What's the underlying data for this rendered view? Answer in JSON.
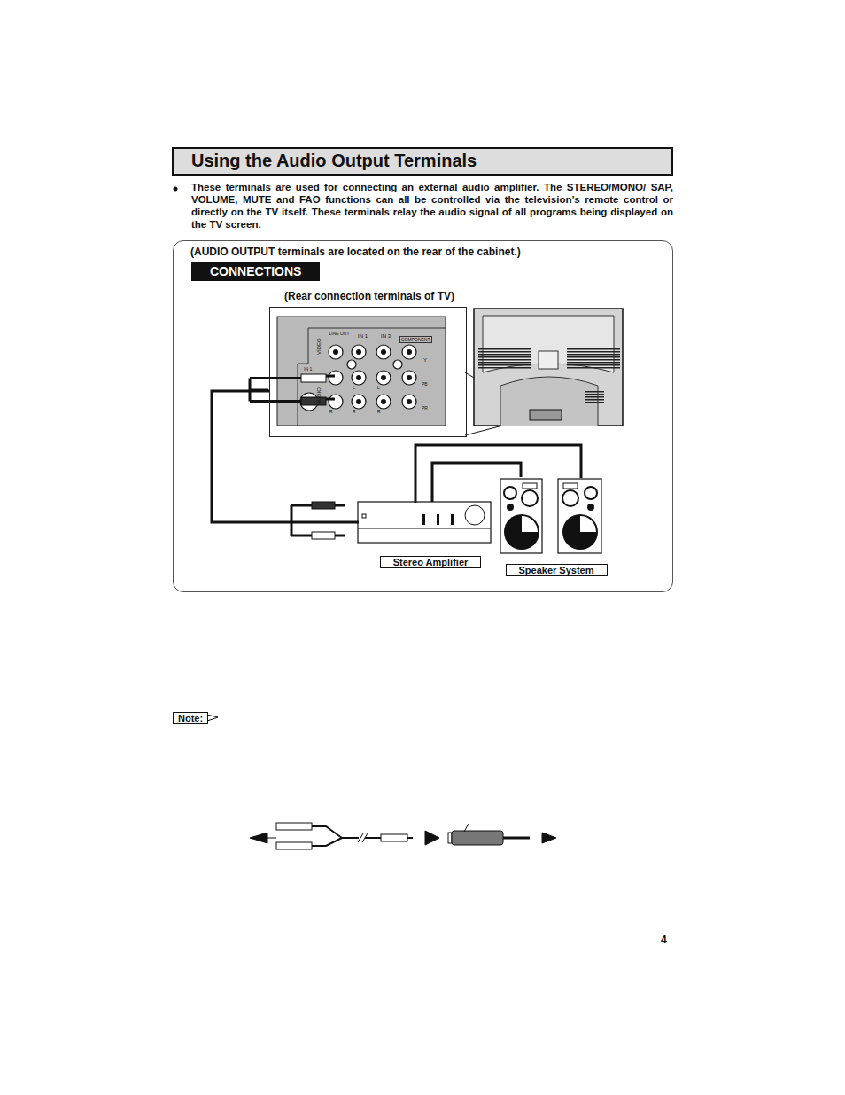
{
  "diagram": {
    "title": "Using the Audio Output Terminals",
    "nodes": [
      {
        "text": [
          "(AUDIO OUTPUT terminals are located on the rear of the cabinet.)",
          "CONNECTIONS"
        ]
      },
      {
        "text": [
          "(Rear connection terminals of TV)"
        ],
        "in": 0
      },
      {
        "text": [
          "Stereo Amplifier"
        ],
        "in": 0
      },
      {
        "text": [
          "Speaker System"
        ],
        "in": 0
      }
    ],
    "edges": [
      {
        "from": 1,
        "to": 2,
        "arrow": "none"
      },
      {
        "from": 2,
        "to": 3,
        "arrow": "none"
      }
    ],
    "labels": [
      "These terminals are used for connecting an external audio amplifier. The STEREO/MONO/ SAP, VOLUME, MUTE and FAO functions can all be controlled via the television’s remote control or directly on the TV itself. These terminals relay the audio signal of all programs being displayed on the TV screen.",
      "LINE OUT",
      "IN 1",
      "IN 3",
      "COMPONENT",
      "VIDEO",
      "AUDIO",
      "IN 1",
      "Y",
      "PB",
      "PR",
      "L",
      "L",
      "R",
      "R",
      "R",
      "Note:",
      "4"
    ]
  }
}
